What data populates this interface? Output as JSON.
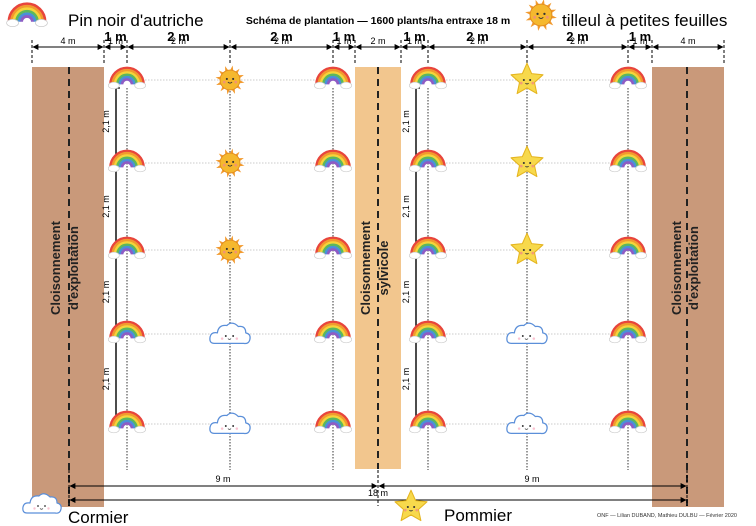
{
  "title": "Schéma de plantation — 1600 plants/ha entraxe 18 m",
  "legend": {
    "rainbow": "Pin noir d'autriche",
    "sun": "tilleul à petites feuilles",
    "cloud": "Cormier",
    "star": "Pommier"
  },
  "bands": {
    "left": {
      "label_1": "Cloisonnement",
      "label_2": "d'exploitation",
      "width": "4 m"
    },
    "middle": {
      "label_1": "Cloisonnement",
      "label_2": "sylvicole",
      "width": "2 m"
    },
    "right": {
      "label_1": "Cloisonnement",
      "label_2": "d'exploitation",
      "width": "4 m"
    }
  },
  "spacings": {
    "one_m_bold": "1 m",
    "one_m_small": "1 m",
    "two_m_bold": "2 m",
    "two_m_small": "2 m",
    "row": "2,1 m"
  },
  "totals": {
    "nine_m": "9 m",
    "eighteen_m": "18 m"
  },
  "credit": "ONF — Lilian DUBAND, Mathieu DULBU — Février 2020",
  "colors": {
    "exploitation": "#C9997A",
    "sylvicole": "#F2C68E",
    "rainbow_red": "#E8453C",
    "rainbow_orange": "#F29A2E",
    "rainbow_yellow": "#F5D43A",
    "rainbow_green": "#5CB85C",
    "rainbow_blue": "#4A90D9",
    "rainbow_purple": "#8E5CC4",
    "sun": "#F5B82E",
    "star": "#F7D94C",
    "cloud_stroke": "#5B8FD9"
  },
  "grid": {
    "columns_left": [
      "rainbow",
      "sun",
      "rainbow"
    ],
    "columns_right": [
      "rainbow",
      "star",
      "rainbow"
    ],
    "rows_left": [
      [
        "rainbow",
        "sun",
        "rainbow"
      ],
      [
        "rainbow",
        "sun",
        "rainbow"
      ],
      [
        "rainbow",
        "sun",
        "rainbow"
      ],
      [
        "rainbow",
        "cloud",
        "rainbow"
      ],
      [
        "rainbow",
        "cloud",
        "rainbow"
      ]
    ],
    "rows_right": [
      [
        "rainbow",
        "star",
        "rainbow"
      ],
      [
        "rainbow",
        "star",
        "rainbow"
      ],
      [
        "rainbow",
        "star",
        "rainbow"
      ],
      [
        "rainbow",
        "cloud",
        "rainbow"
      ],
      [
        "rainbow",
        "cloud",
        "rainbow"
      ]
    ]
  }
}
